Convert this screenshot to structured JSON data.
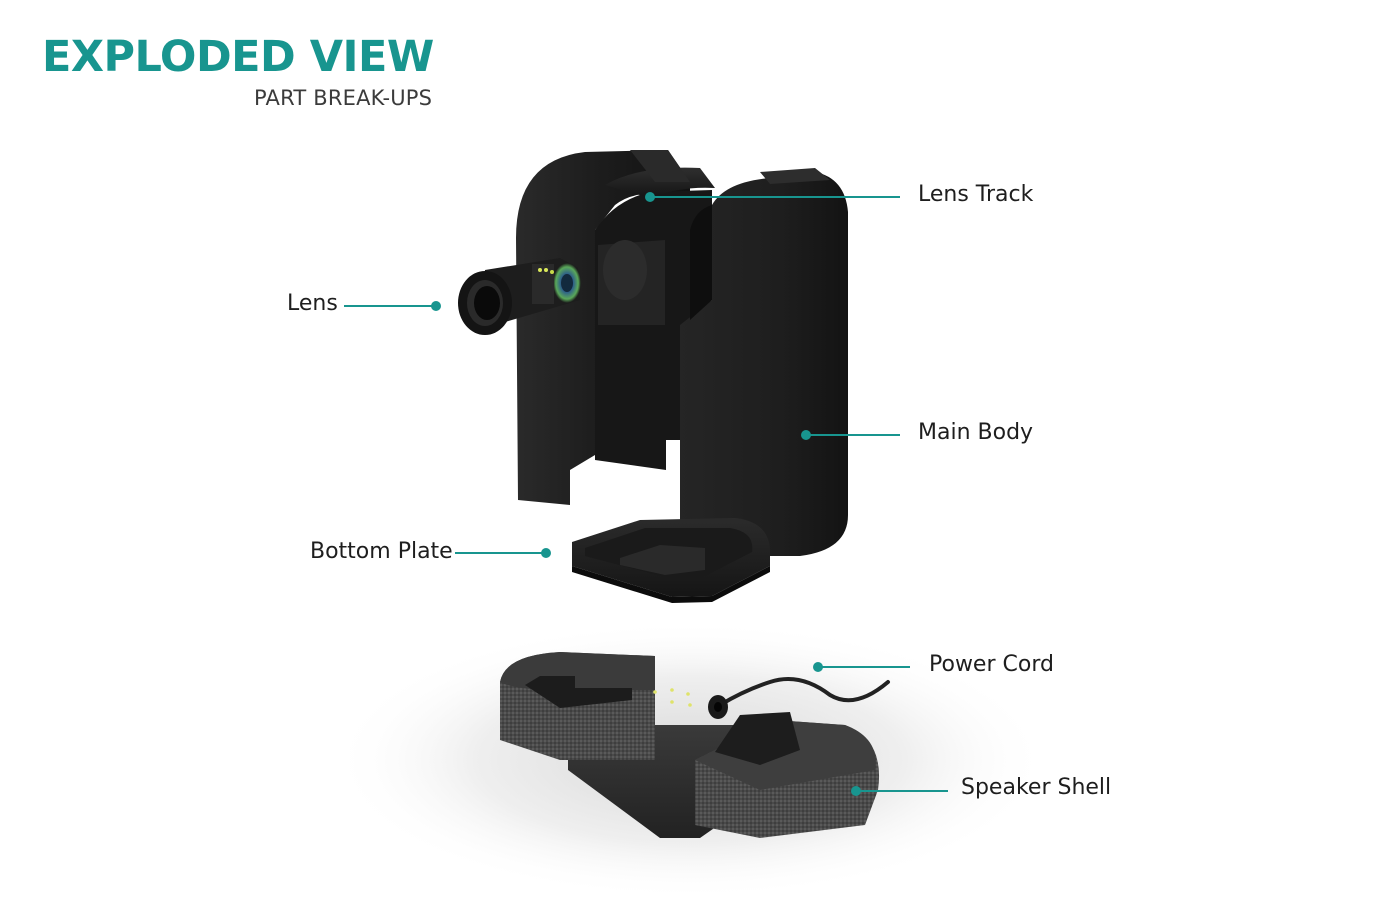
{
  "header": {
    "title": "EXPLODED VIEW",
    "subtitle": "PART BREAK-UPS"
  },
  "colors": {
    "accent": "#18958f",
    "part_dark": "#1f1f1f",
    "fabric": "#4a4a4a"
  },
  "callouts": {
    "lens_track": "Lens Track",
    "lens": "Lens",
    "main_body": "Main Body",
    "bottom_plate": "Bottom Plate",
    "power_cord": "Power Cord",
    "speaker_shell": "Speaker Shell"
  }
}
